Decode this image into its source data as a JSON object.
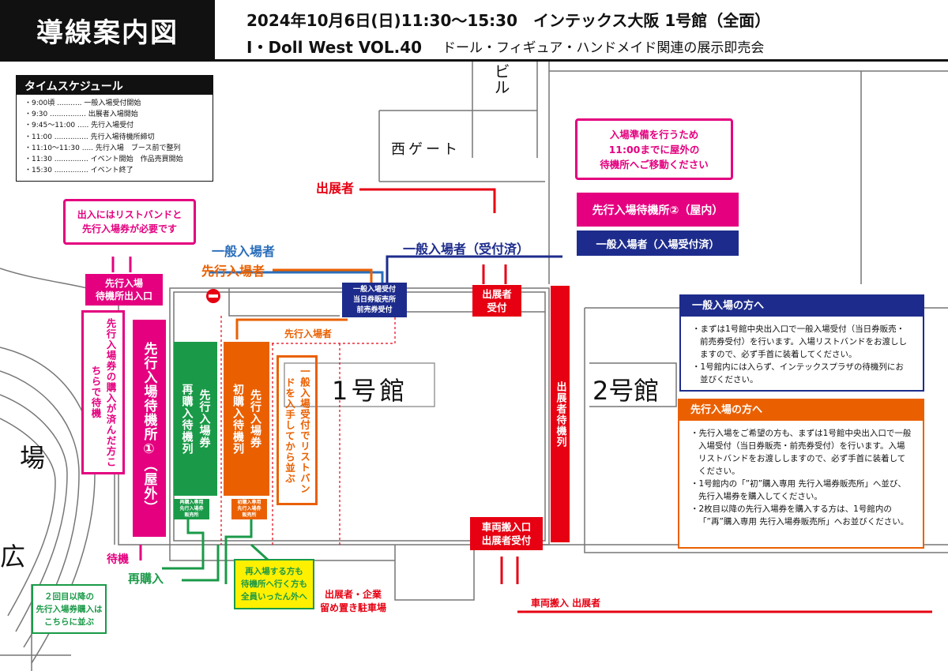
{
  "header": {
    "title": "導線案内図",
    "date_line": "2024年10月6日(日)11:30〜15:30　インテックス大阪 1号館（全面）",
    "event_name": "I・Doll West VOL.40",
    "event_desc": "ドール・フィギュア・ハンドメイド関連の展示即売会"
  },
  "schedule": {
    "title": "タイムスケジュール",
    "items": [
      "・9:00頃 ........... 一般入場受付開始",
      "・9:30 ................ 出展者入場開始",
      "・9:45〜11:00 ..... 先行入場受付",
      "・11:00 ............... 先行入場待機所締切",
      "・11:10〜11:30 ..... 先行入場　ブース前で整列",
      "・11:30 ............... イベント開始　作品売買開始",
      "・15:30 ............... イベント終了"
    ]
  },
  "map": {
    "building_biru": "ビル",
    "west_gate": "西ゲート",
    "hall1": "1号館",
    "hall2": "2号館",
    "plaza_partial": "場",
    "plaza_partial2": "広",
    "exhibitor_label": "出展者",
    "general_label": "一般入場者",
    "advance_label": "先行入場者",
    "general_done_label": "一般入場者（受付済）",
    "advance_inner_label": "先行入場者",
    "wait_label": "待機",
    "rebuy_label": "再購入",
    "vehicle_label": "車両搬入 出展者",
    "parking_label": "出展者・企業\n留め置き駐車場",
    "move_notice": "入場準備を行うため\n11:00までに屋外の\n待機所へご移動ください",
    "waiting_area2": "先行入場待機所②（屋内）",
    "general_done_box": "一般入場者（入場受付済）",
    "wristband_notice": "出入にはリストバンドと\n先行入場券が必要です",
    "waiting_exit": "先行入場\n待機所出入口",
    "buy_done_notice": "先行入場券の購入が済んだ方こちらで待機",
    "waiting_area1": "先行入場待機所①（屋外）",
    "rebuy_line": "再購入待機列",
    "rebuy_line_head": "先行入場券",
    "first_line": "初購入待機列",
    "first_line_head": "先行入場券",
    "rebuy_booth": "再購入専用\n先行入場券\n販売所",
    "first_booth": "初購入専用\n先行入場券\n販売所",
    "reception": "一般入場受付\n当日券販売所\n前売券受付",
    "exhibitor_reception": "出展者\n受付",
    "exhibitor_line": "出展者待機列",
    "wristband_get": "一般入場受付でリストバンドを入手してから並ぶ",
    "vehicle_reception": "車両搬入口\n出展者受付",
    "reenter_notice": "再入場する方も\n待機所へ行く方も\n全員いったん外へ",
    "second_buy_notice": "２回目以降の\n先行入場券購入は\nこちらに並ぶ"
  },
  "info_general": {
    "title": "一般入場の方へ",
    "items": [
      "・まずは1号館中央出入口で一般入場受付（当日券販売・前売券受付）を行います。入場リストバンドをお渡ししますので、必ず手首に装着してください。",
      "・1号館内には入らず、インテックスプラザの待機列にお並びください。"
    ]
  },
  "info_advance": {
    "title": "先行入場の方へ",
    "items": [
      "・先行入場をご希望の方も、まずは1号館中央出入口で一般入場受付（当日券販売・前売券受付）を行います。入場リストバンドをお渡ししますので、必ず手首に装着してください。",
      "・1号館内の「”初”購入専用 先行入場券販売所」へ並び、先行入場券を購入してください。",
      "・2枚目以降の先行入場券を購入する方は、1号館内の「”再”購入専用 先行入場券販売所」へお並びください。"
    ]
  },
  "colors": {
    "magenta": "#e4007f",
    "green": "#1a9a48",
    "orange": "#ea6000",
    "navy": "#1d2c8c",
    "red": "#e60012",
    "blue": "#2a6ebb"
  }
}
